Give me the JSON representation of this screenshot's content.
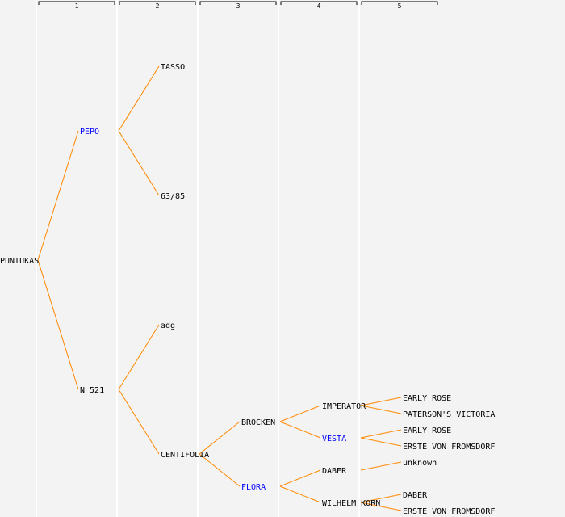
{
  "generations": [
    "1",
    "2",
    "3",
    "4",
    "5"
  ],
  "colors": {
    "line": "#ff8800",
    "normal": "#000000",
    "highlight": "#0000ff",
    "separator": "#ffffff",
    "background": "#f3f3f3"
  },
  "tree": {
    "name": "PUNTUKAS",
    "highlight": false,
    "children": [
      {
        "name": "PEPO",
        "highlight": true,
        "children": [
          {
            "name": "TASSO",
            "highlight": false
          },
          {
            "name": "63/85",
            "highlight": false
          }
        ]
      },
      {
        "name": "N 521",
        "highlight": false,
        "children": [
          {
            "name": "adg",
            "highlight": false
          },
          {
            "name": "CENTIFOLIA",
            "highlight": false,
            "children": [
              {
                "name": "BROCKEN",
                "highlight": false,
                "children": [
                  {
                    "name": "IMPERATOR",
                    "highlight": false,
                    "children": [
                      {
                        "name": "EARLY ROSE",
                        "highlight": false
                      },
                      {
                        "name": "PATERSON'S VICTORIA",
                        "highlight": false
                      }
                    ]
                  },
                  {
                    "name": "VESTA",
                    "highlight": true,
                    "children": [
                      {
                        "name": "EARLY ROSE",
                        "highlight": false
                      },
                      {
                        "name": "ERSTE VON FROMSDORF",
                        "highlight": false
                      }
                    ]
                  }
                ]
              },
              {
                "name": "FLORA",
                "highlight": true,
                "children": [
                  {
                    "name": "DABER",
                    "highlight": false,
                    "children": [
                      {
                        "name": "unknown",
                        "highlight": false
                      }
                    ]
                  },
                  {
                    "name": "WILHELM KORN",
                    "highlight": false,
                    "children": [
                      {
                        "name": "DABER",
                        "highlight": false
                      },
                      {
                        "name": "ERSTE VON FROMSDORF",
                        "highlight": false
                      }
                    ]
                  }
                ]
              }
            ]
          }
        ]
      }
    ]
  }
}
